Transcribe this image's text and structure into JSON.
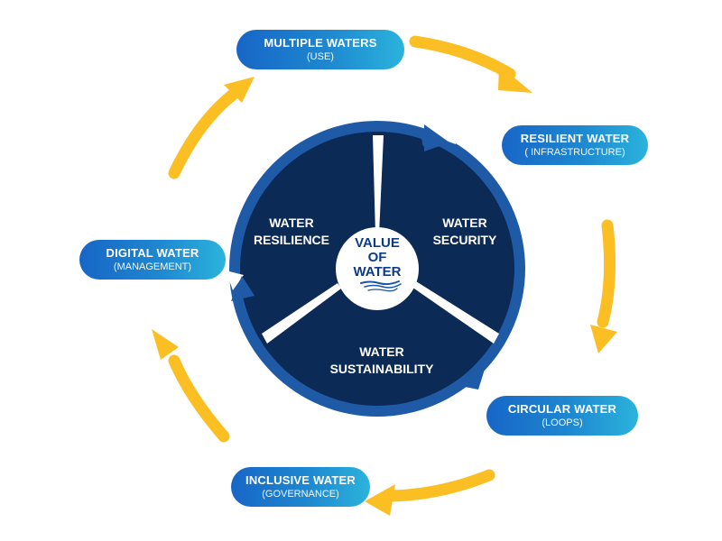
{
  "colors": {
    "ring": "#1f5aa6",
    "disk": "#0c2a56",
    "center": "#ffffff",
    "center_text": "#0d3b85",
    "arrow": "#fbbf24",
    "pill_start": "#1766c6",
    "pill_end": "#2bb3dc"
  },
  "center": {
    "lines": [
      "VALUE",
      "OF",
      "WATER"
    ],
    "icon": "water-wave-icon"
  },
  "segments": [
    {
      "id": "resilience",
      "lines": [
        "WATER",
        "RESILIENCE"
      ]
    },
    {
      "id": "security",
      "lines": [
        "WATER",
        "SECURITY"
      ]
    },
    {
      "id": "sustainability",
      "lines": [
        "WATER",
        "SUSTAINABILITY"
      ]
    }
  ],
  "pills": [
    {
      "id": "multiple-waters",
      "title": "MULTIPLE WATERS",
      "sub": "(USE)"
    },
    {
      "id": "resilient-water",
      "title": "RESILIENT WATER",
      "sub": "( INFRASTRUCTURE)"
    },
    {
      "id": "circular-water",
      "title": "CIRCULAR WATER",
      "sub": "(LOOPS)"
    },
    {
      "id": "inclusive-water",
      "title": "INCLUSIVE WATER",
      "sub": "(GOVERNANCE)"
    },
    {
      "id": "digital-water",
      "title": "DIGITAL WATER",
      "sub": "(MANAGEMENT)"
    }
  ],
  "cycle_direction": "clockwise"
}
